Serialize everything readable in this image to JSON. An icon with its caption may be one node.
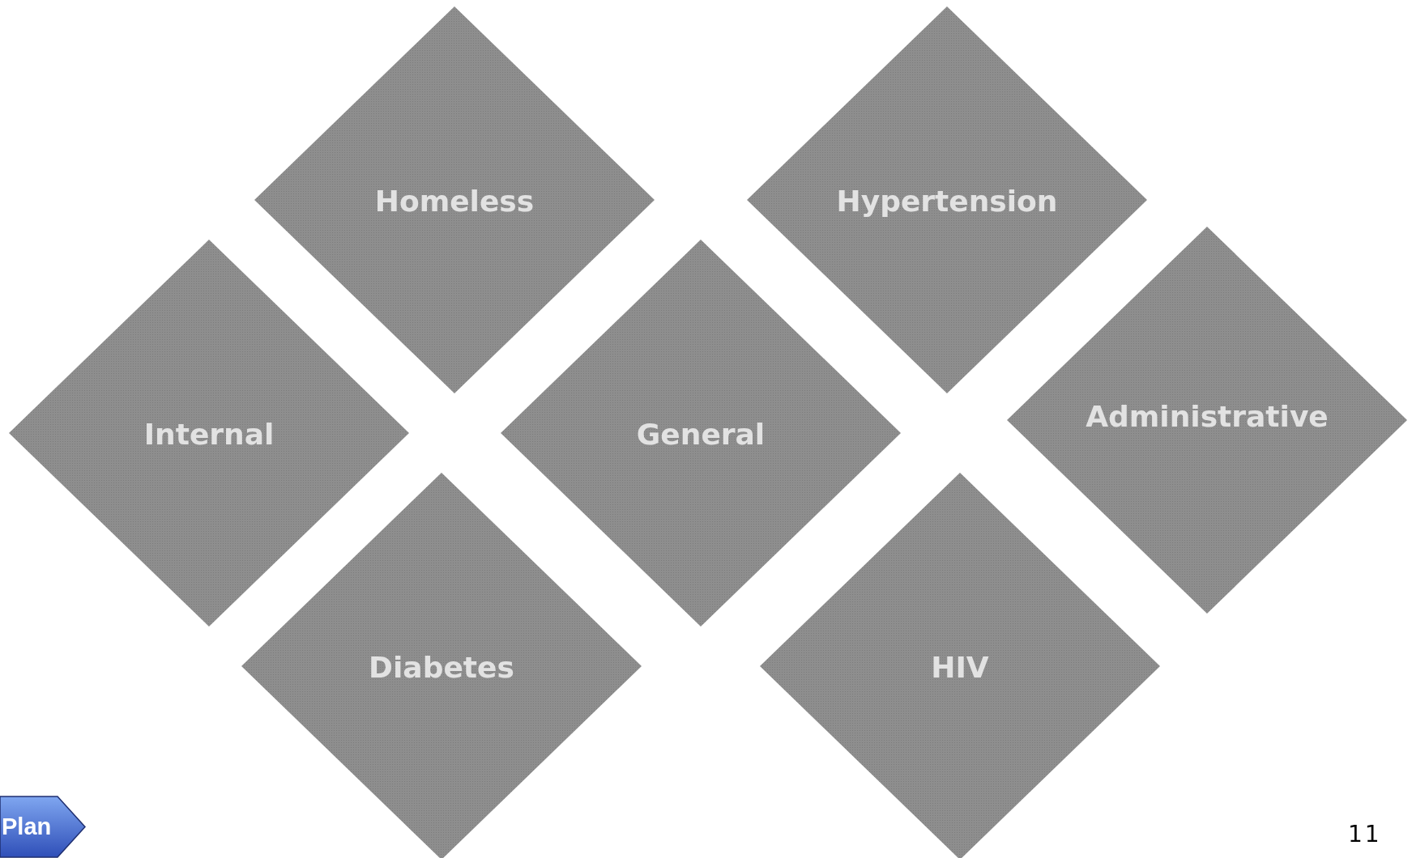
{
  "diagram": {
    "nodes": [
      {
        "text": [
          "Homeless"
        ]
      },
      {
        "text": [
          "Hypertension"
        ]
      },
      {
        "text": [
          "Internal"
        ]
      },
      {
        "text": [
          "General"
        ]
      },
      {
        "text": [
          "Administrative"
        ]
      },
      {
        "text": [
          "Diabetes"
        ]
      },
      {
        "text": [
          "HIV"
        ]
      },
      {
        "text": [
          "Plan"
        ]
      }
    ],
    "edges": [],
    "labels": [
      "11"
    ]
  }
}
